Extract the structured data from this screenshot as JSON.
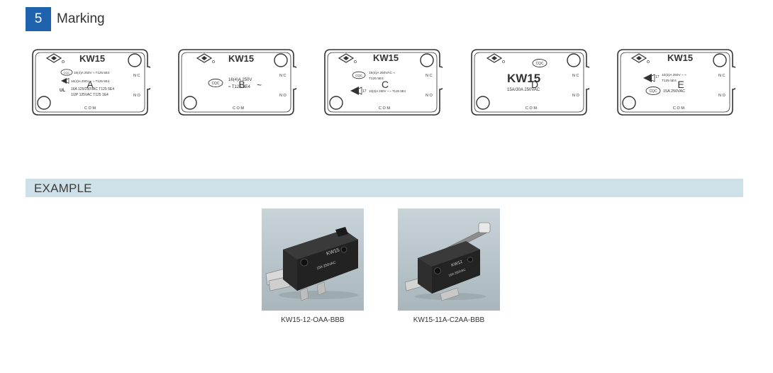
{
  "section": {
    "number": "5",
    "title": "Marking"
  },
  "markings": [
    {
      "letter": "A",
      "model": "KW15",
      "lines": [
        "16(4)A 250V ≈ T125 5E4",
        "16(4)A 250V ~ ≈ T125 5E4",
        "16A 125/250VAC  T125  5E4",
        "1/2P 125VAC  T125  1E4"
      ],
      "terminals": {
        "nc": "N C",
        "no": "N O",
        "com": "C O M"
      },
      "logos": {
        "cqc": "CQC",
        "ul": "UL"
      }
    },
    {
      "letter": "B",
      "model": "KW15",
      "lines": [
        "16(4)A 250V",
        "≈ T125 5E4",
        "~"
      ],
      "terminals": {
        "nc": "N C",
        "no": "N O",
        "com": "C O M"
      },
      "logos": {
        "cqc": "CQC"
      }
    },
    {
      "letter": "C",
      "model": "KW15",
      "lines": [
        "16(4)A 250VAC ≈",
        "T125 5E4",
        "10(3)A 250V ~ ≈ T125 5E4"
      ],
      "terminals": {
        "nc": "N C",
        "no": "N O",
        "com": "C O M"
      },
      "logos": {
        "cqc": "CQC",
        "ent": "17"
      }
    },
    {
      "letter": "D",
      "model": "KW15",
      "lines": [
        "15A/30A 250VAC"
      ],
      "terminals": {
        "nc": "N C",
        "no": "N O",
        "com": "C O M"
      },
      "logos": {
        "cqc": "CQC"
      }
    },
    {
      "letter": "E",
      "model": "KW15",
      "lines": [
        "10(3)A 250V ~ ≈",
        "T125 5E4",
        "15A 250VAC"
      ],
      "terminals": {
        "nc": "N C",
        "no": "N O",
        "com": "C O M"
      },
      "logos": {
        "cqc": "CQC",
        "ent": "17"
      }
    }
  ],
  "example": {
    "title": "EXAMPLE",
    "items": [
      {
        "caption": "KW15-12-OAA-BBB",
        "body_text": "KW15",
        "rating_text": "15A 250VAC"
      },
      {
        "caption": "KW15-11A-C2AA-BBB",
        "body_text": "KW12",
        "rating_text": "16A 250VAC"
      }
    ]
  },
  "colors": {
    "accent": "#1f62ad",
    "bar": "#cfe1e8",
    "stroke": "#333333"
  }
}
